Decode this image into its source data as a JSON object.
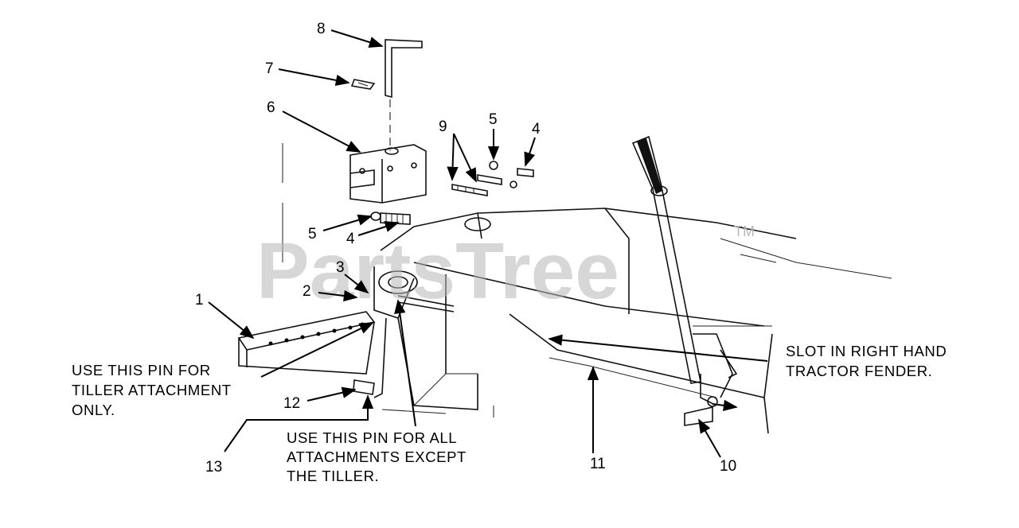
{
  "watermark": {
    "text": "PartsTree",
    "trademark": "TM"
  },
  "callouts": {
    "c1": "1",
    "c2": "2",
    "c3": "3",
    "c4a": "4",
    "c4b": "4",
    "c5a": "5",
    "c5b": "5",
    "c6": "6",
    "c7": "7",
    "c8": "8",
    "c9": "9",
    "c10": "10",
    "c11": "11",
    "c12": "12",
    "c13": "13"
  },
  "notes": {
    "tiller_pin": [
      "USE THIS PIN FOR",
      "TILLER ATTACHMENT",
      "ONLY."
    ],
    "all_pin": [
      "USE THIS PIN FOR ALL",
      "ATTACHMENTS EXCEPT",
      "THE TILLER."
    ],
    "slot": [
      "SLOT IN RIGHT HAND",
      "TRACTOR FENDER."
    ]
  }
}
